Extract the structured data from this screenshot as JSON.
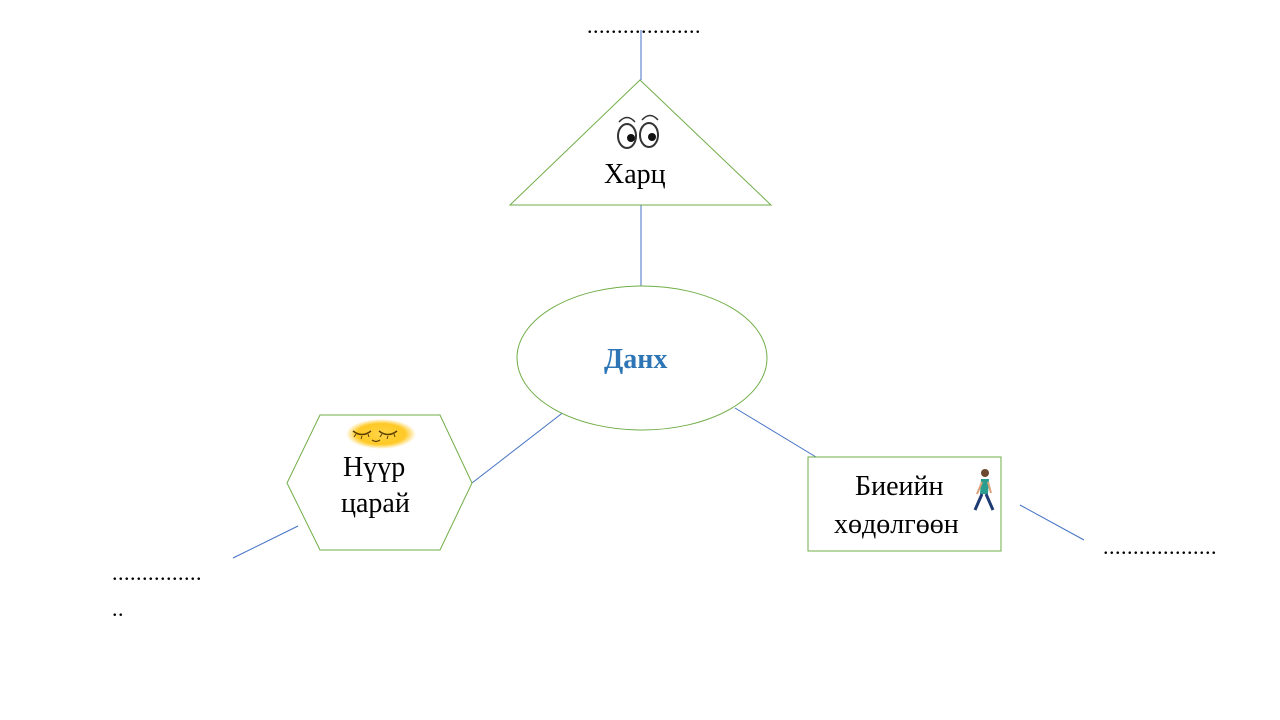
{
  "center": {
    "label": "Данх"
  },
  "nodes": {
    "top": {
      "label": "Харц",
      "icon": "eyes-icon",
      "blank": "..................."
    },
    "left": {
      "label_line1": "Нүүр",
      "label_line2": "царай",
      "icon": "sleepy-face-icon",
      "blank_line1": "...............",
      "blank_line2": ".."
    },
    "right": {
      "label_line1": "Биеийн",
      "label_line2": "хөдөлгөөн",
      "icon": "walking-person-icon",
      "blank": "..................."
    }
  },
  "colors": {
    "shape_stroke": "#70ad47",
    "connector": "#4472c4",
    "center_text": "#2e75b6",
    "face": "#ffc000"
  }
}
